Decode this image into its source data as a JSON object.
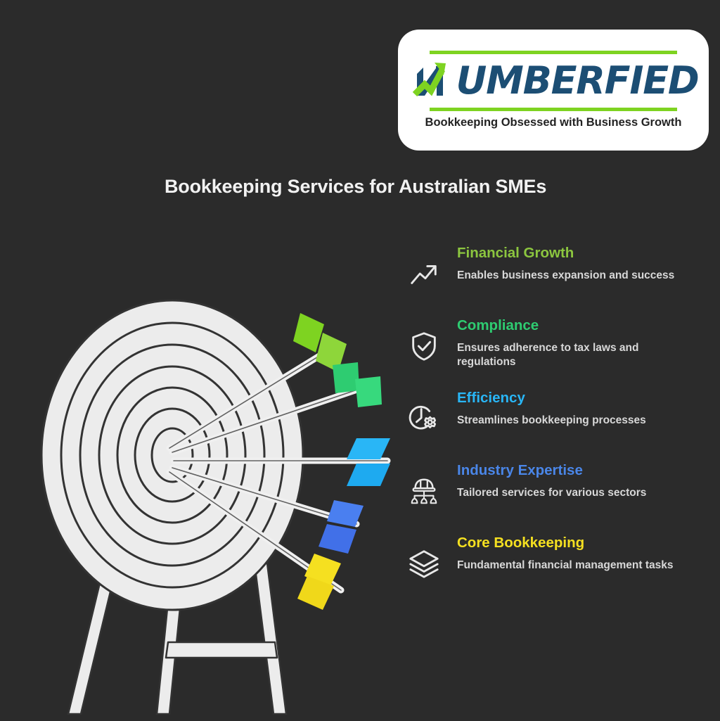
{
  "background_color": "#2b2b2b",
  "logo": {
    "wordmark": "UMBERFIED",
    "mark_letter": "N",
    "tagline": "Bookkeeping Obsessed with Business Growth",
    "card_color": "#ffffff",
    "rule_color": "#7ed321",
    "word_color": "#1c4e74",
    "arrow_color": "#7ed321",
    "n_color": "#1c4e74"
  },
  "header": {
    "title": "Bookkeeping Services for Australian SMEs",
    "title_color": "#f2f2f2"
  },
  "illustration": {
    "name": "archery-target-with-arrows",
    "target_fill": "#ececec",
    "target_stroke": "#333333",
    "arrow_shaft_color": "#f0f0f0",
    "arrows": [
      {
        "label": "Financial Growth",
        "fletching_color": "#7ed321"
      },
      {
        "label": "Compliance",
        "fletching_color": "#2ecc71"
      },
      {
        "label": "Efficiency",
        "fletching_color": "#29b6f6"
      },
      {
        "label": "Industry Expertise",
        "fletching_color": "#4a7ff0"
      },
      {
        "label": "Core Bookkeeping",
        "fletching_color": "#f5e020"
      }
    ]
  },
  "benefits": [
    {
      "icon": "trending-up-icon",
      "title": "Financial Growth",
      "color": "#8cc63f",
      "description": "Enables business expansion and success"
    },
    {
      "icon": "shield-check-icon",
      "title": "Compliance",
      "color": "#2ecc71",
      "description": "Ensures adherence to tax laws and regulations"
    },
    {
      "icon": "clock-gear-icon",
      "title": "Efficiency",
      "color": "#29b6f6",
      "description": "Streamlines bookkeeping processes"
    },
    {
      "icon": "hardhat-org-chart-icon",
      "title": "Industry Expertise",
      "color": "#4a86e8",
      "description": "Tailored services for various sectors"
    },
    {
      "icon": "layers-stack-icon",
      "title": "Core Bookkeeping",
      "color": "#f5e020",
      "description": "Fundamental financial management tasks"
    }
  ]
}
